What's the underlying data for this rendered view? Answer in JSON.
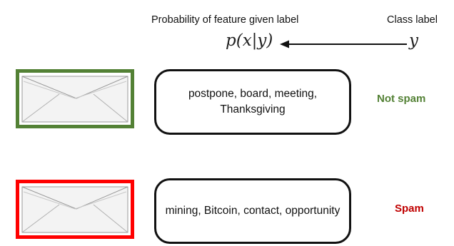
{
  "header": {
    "feature_title": "Probability of feature given label",
    "class_title": "Class label",
    "likelihood_symbol": "p(x|y)",
    "class_symbol": "y"
  },
  "rows": [
    {
      "features": "postpone, board, meeting, Thanksgiving",
      "label": "Not spam",
      "color": "#538135"
    },
    {
      "features": "mining, Bitcoin, contact, opportunity",
      "label": "Spam",
      "color": "#c00000"
    }
  ],
  "colors": {
    "not_spam_border": "#538135",
    "spam_border": "#ff0000",
    "envelope_fill": "#f3f3f3",
    "box_border": "#111111"
  },
  "icons": {
    "envelope": "envelope-icon",
    "arrow": "left-arrow-icon"
  }
}
